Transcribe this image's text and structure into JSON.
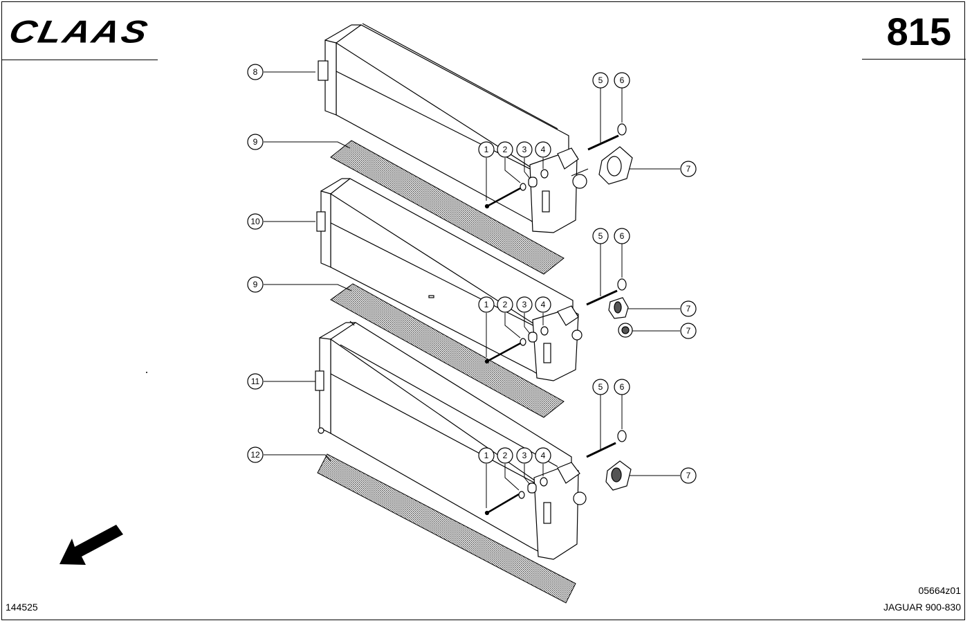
{
  "header": {
    "brand": "CLAAS",
    "page_number": "815"
  },
  "footer": {
    "document_number": "144525",
    "drawing_code": "05664z01",
    "model": "JAGUAR 900-830"
  },
  "callouts": {
    "c8": "8",
    "c9a": "9",
    "c10": "10",
    "c9b": "9",
    "c11": "11",
    "c12": "12",
    "a1": "1",
    "a2": "2",
    "a3": "3",
    "a4": "4",
    "a5": "5",
    "a6": "6",
    "a7": "7",
    "b1": "1",
    "b2": "2",
    "b3": "3",
    "b4": "4",
    "b5": "5",
    "b6": "6",
    "b7": "7",
    "b7b": "7",
    "d1": "1",
    "d2": "2",
    "d3": "3",
    "d4": "4",
    "d5": "5",
    "d6": "6",
    "d7": "7"
  },
  "icons": {
    "direction_arrow": "direction-arrow-icon"
  }
}
